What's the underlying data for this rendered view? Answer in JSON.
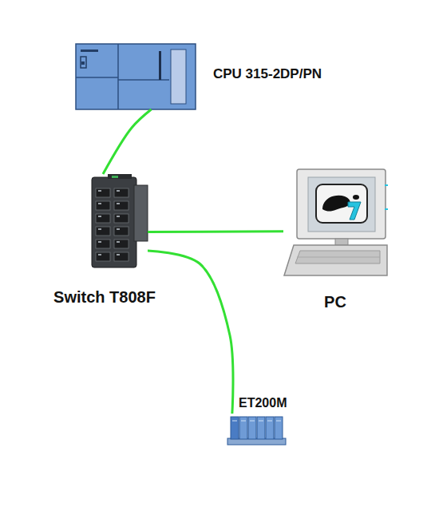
{
  "diagram": {
    "nodes": [
      {
        "text": [
          "CPU 315-2DP/PN"
        ]
      },
      {
        "text": [
          "Switch T808F"
        ]
      },
      {
        "text": [
          "PC"
        ]
      },
      {
        "text": [
          "ET200M"
        ]
      }
    ],
    "edges": [
      {
        "from": 0,
        "to": 1,
        "arrow": "none"
      },
      {
        "from": 1,
        "to": 2,
        "arrow": "none"
      },
      {
        "from": 1,
        "to": 3,
        "arrow": "none"
      }
    ]
  }
}
